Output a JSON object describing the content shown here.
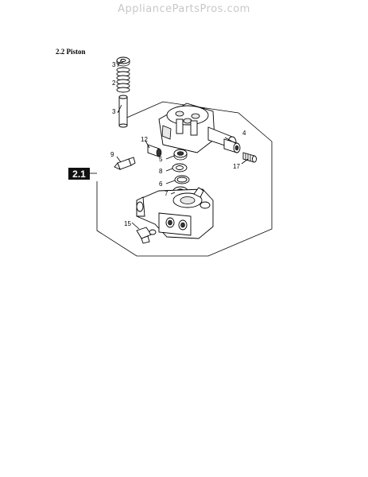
{
  "watermark": "AppliancePartsPros.com",
  "section_title": "2.2 Piston",
  "group_badge": "2.1",
  "callouts": {
    "p3_top": "3",
    "p2": "2",
    "p3_bottom": "3",
    "p4": "4",
    "p12": "12",
    "p9": "9",
    "p5": "5",
    "p8": "8",
    "p6": "6",
    "p7": "7",
    "p17": "17",
    "p15": "15"
  }
}
